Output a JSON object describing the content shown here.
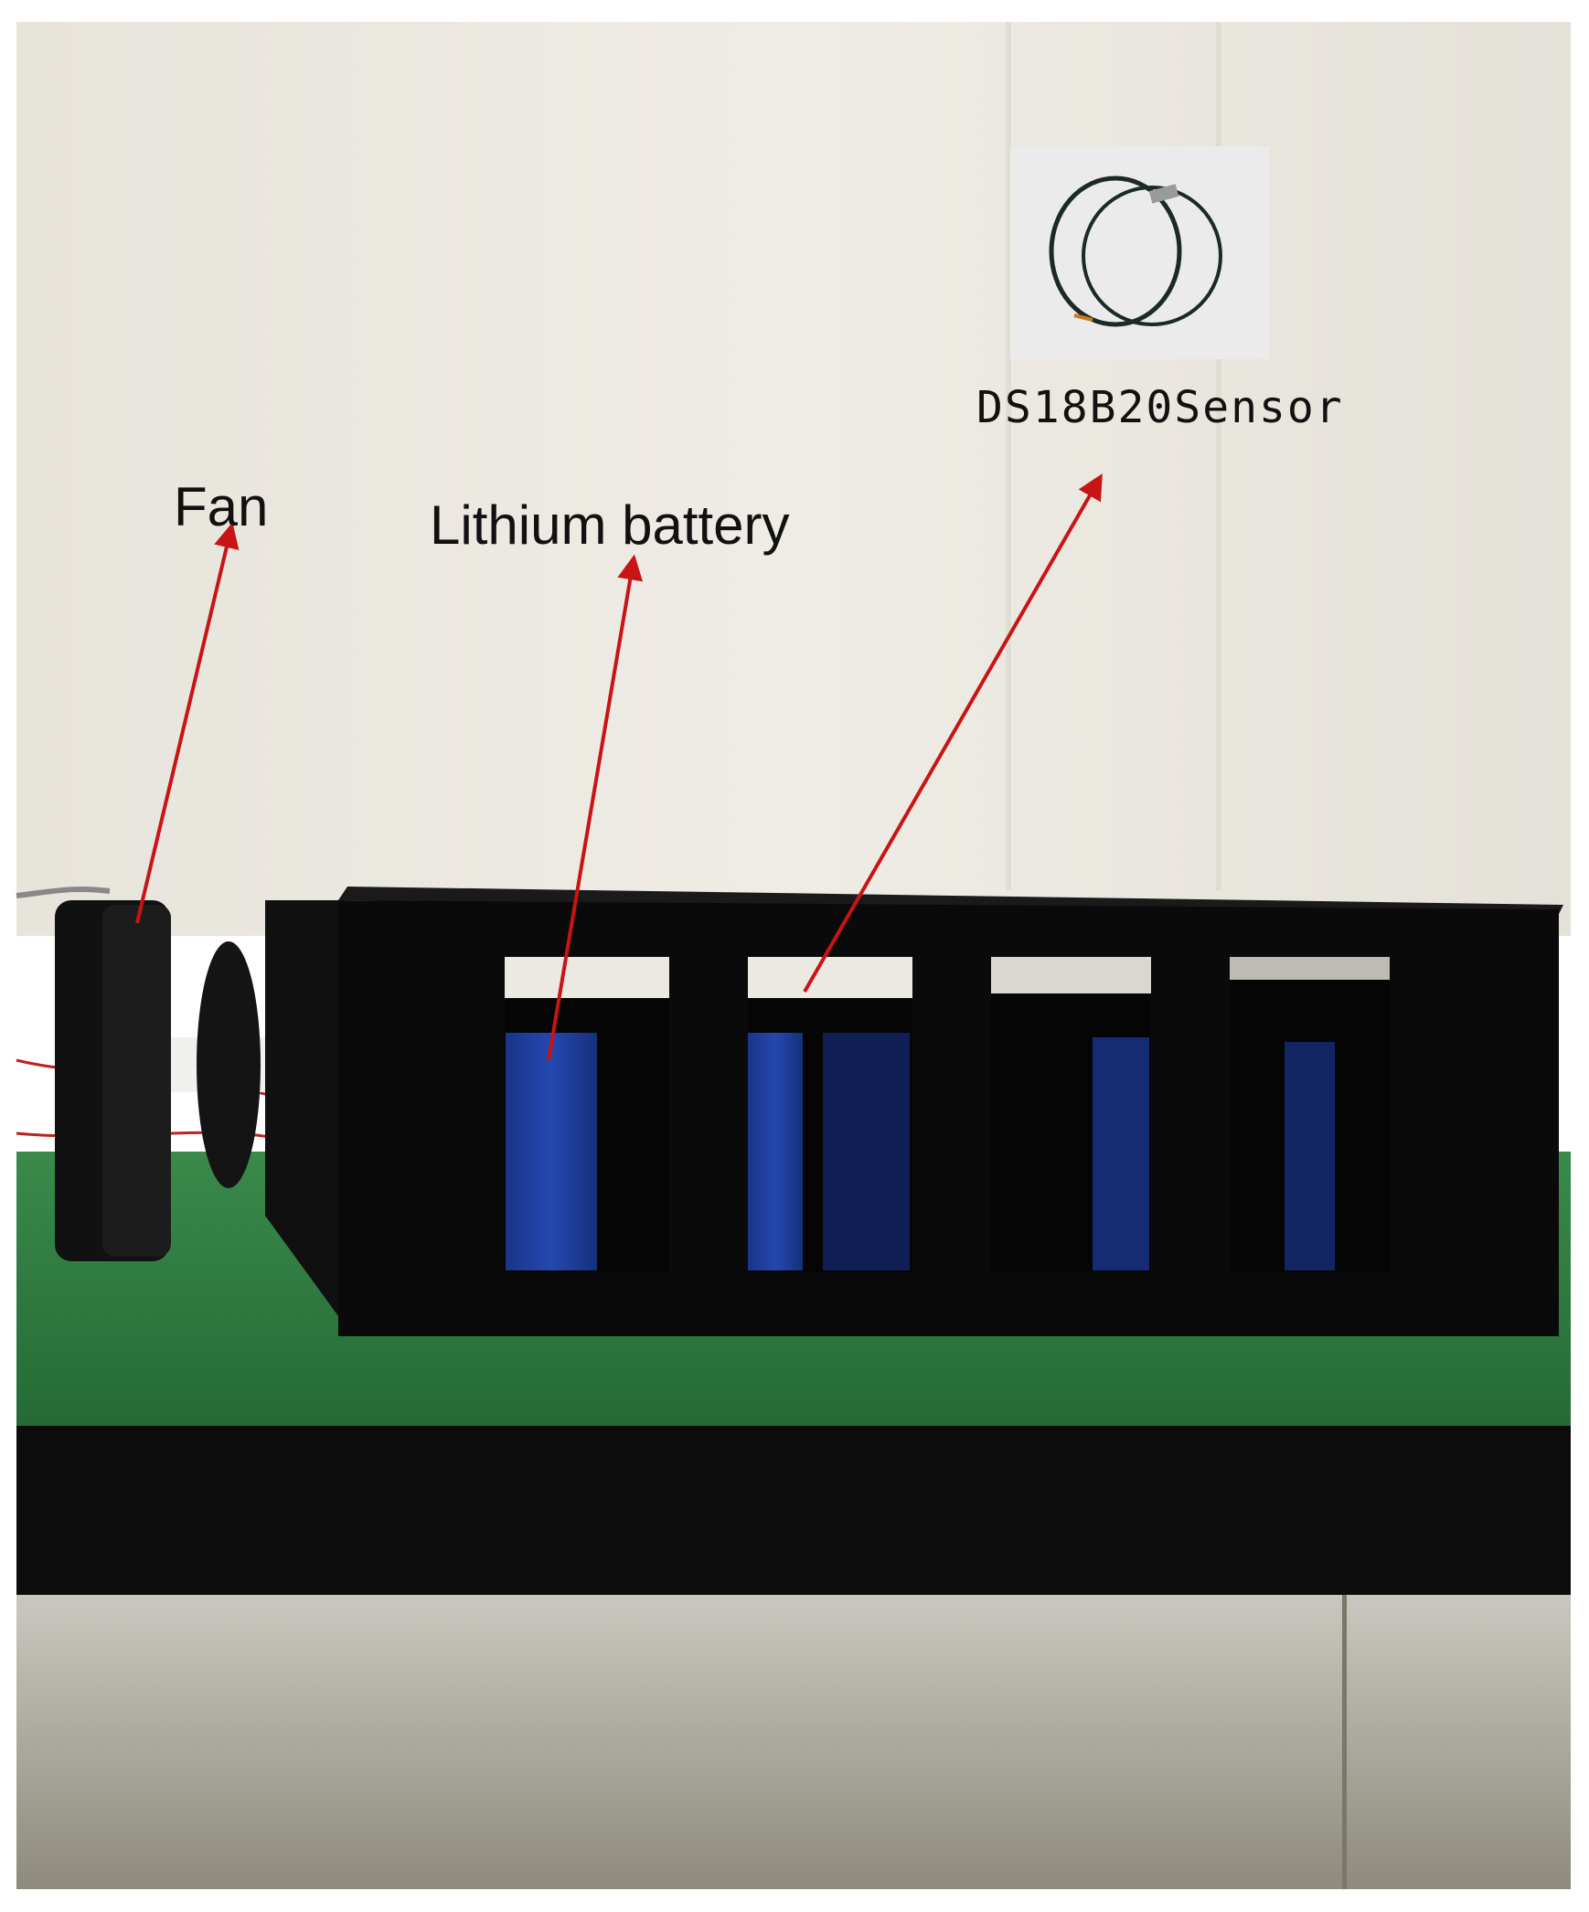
{
  "labels": {
    "fan": "Fan",
    "battery": "Lithium battery",
    "sensor": "DS18B20Sensor"
  },
  "colors": {
    "arrow": "#c81414",
    "wall": "#ebe8e1",
    "table_top": "#2f7a40",
    "enclosure": "#0a0a0a",
    "battery_cell": "#1f3f9e"
  },
  "icons": {
    "arrow": "red-arrow-icon",
    "sensor": "sensor-cable-icon"
  }
}
